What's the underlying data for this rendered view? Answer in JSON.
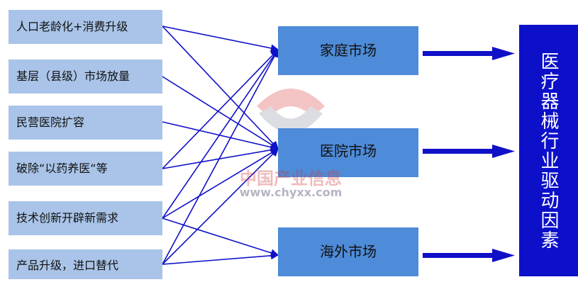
{
  "factors": [
    "人口老龄化+消费升级",
    "基层（县级）市场放量",
    "民营医院扩容",
    "破除“以药养医“等",
    "技术创新开辟新需求",
    "产品升级，进口替代"
  ],
  "markets": [
    "家庭市场",
    "医院市场",
    "海外市场"
  ],
  "target": "医疗器械行业驱动因素",
  "watermark": {
    "text": "中国产业信息",
    "url": "www.chyxx.com"
  },
  "colors": {
    "factor_box": "#a9c4e8",
    "market_box": "#4e8bd8",
    "target_box": "#0d10c9",
    "connector": "#1010c8"
  }
}
